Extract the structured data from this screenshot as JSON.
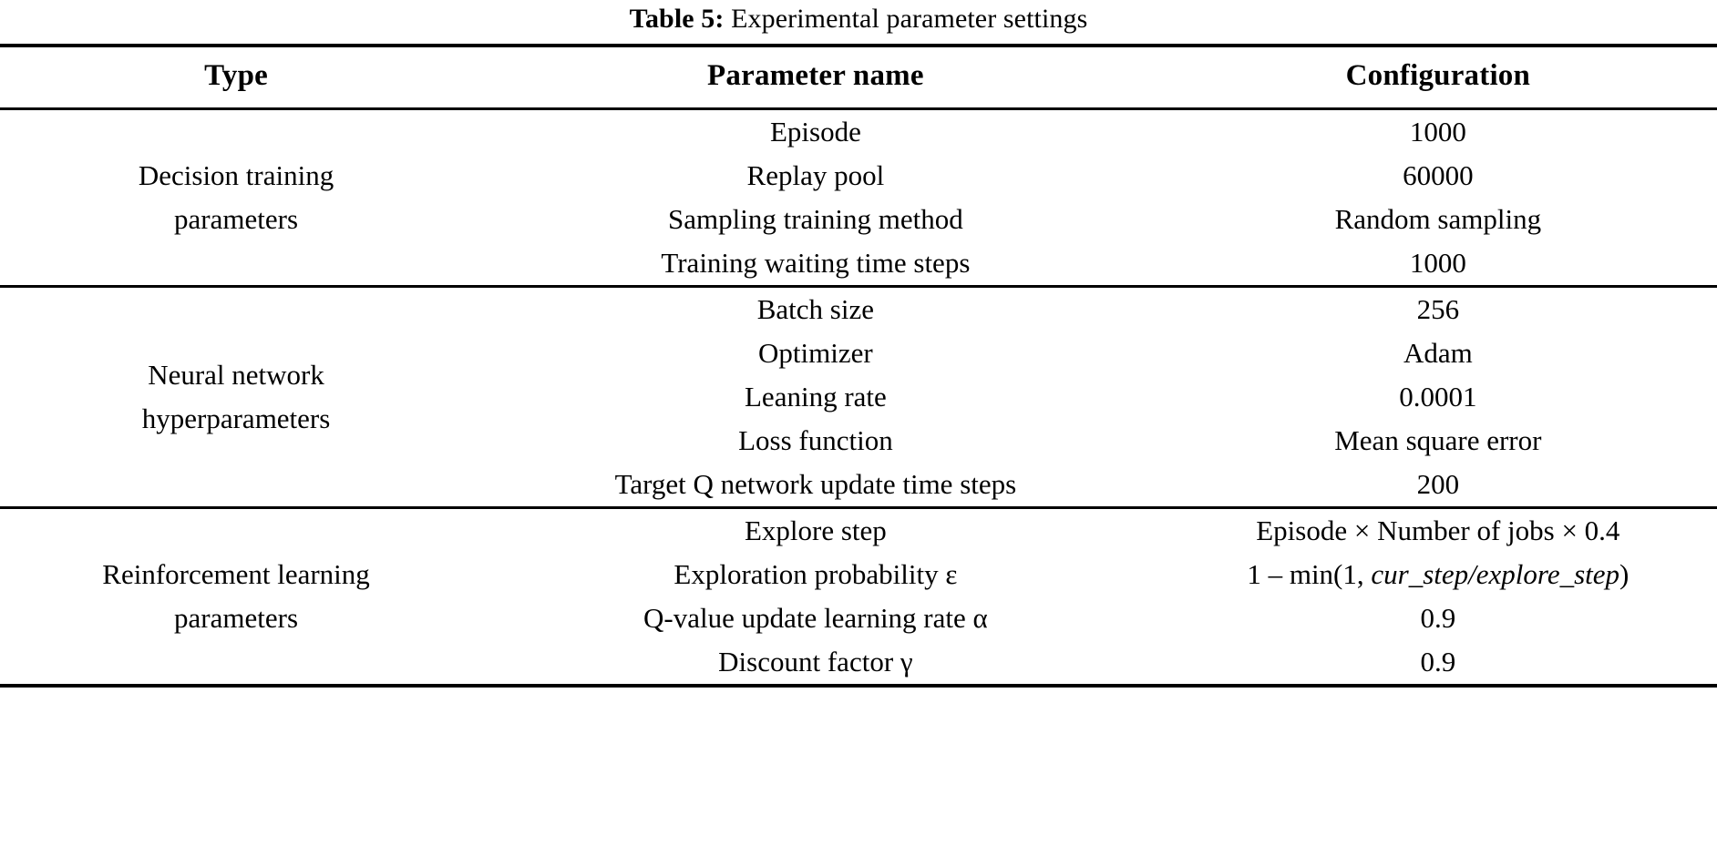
{
  "caption": {
    "label": "Table 5:",
    "text": "Experimental parameter settings"
  },
  "table": {
    "columns": [
      "Type",
      "Parameter name",
      "Configuration"
    ],
    "sections": [
      {
        "type": "Decision training parameters",
        "type_lines": [
          "Decision training",
          "parameters"
        ],
        "rows": [
          {
            "parameter": "Episode",
            "configuration": "1000"
          },
          {
            "parameter": "Replay pool",
            "configuration": "60000"
          },
          {
            "parameter": "Sampling training method",
            "configuration": "Random sampling"
          },
          {
            "parameter": "Training waiting time steps",
            "configuration": "1000"
          }
        ]
      },
      {
        "type": "Neural network hyperparameters",
        "type_lines": [
          "Neural network",
          "hyperparameters"
        ],
        "rows": [
          {
            "parameter": "Batch size",
            "configuration": "256"
          },
          {
            "parameter": "Optimizer",
            "configuration": "Adam"
          },
          {
            "parameter": "Leaning rate",
            "configuration": "0.0001"
          },
          {
            "parameter": "Loss function",
            "configuration": "Mean square error"
          },
          {
            "parameter": "Target Q network update time steps",
            "configuration": "200"
          }
        ]
      },
      {
        "type": "Reinforcement learning parameters",
        "type_lines": [
          "Reinforcement learning",
          "parameters"
        ],
        "rows": [
          {
            "parameter": "Explore step",
            "configuration": "Episode × Number of jobs × 0.4"
          },
          {
            "parameter": "Exploration probability ε",
            "configuration": "1 – min(1, cur_step/explore_step)"
          },
          {
            "parameter": "Q-value update learning rate α",
            "configuration": "0.9"
          },
          {
            "parameter": "Discount factor γ",
            "configuration": "0.9"
          }
        ]
      }
    ]
  },
  "formula_parts": {
    "eps_prefix": "1 – min(1, ",
    "eps_var1": "cur_step",
    "eps_slash": "/",
    "eps_var2": "explore_step",
    "eps_suffix": ")",
    "explore_step_value": "Episode × Number of jobs × 0.4"
  }
}
